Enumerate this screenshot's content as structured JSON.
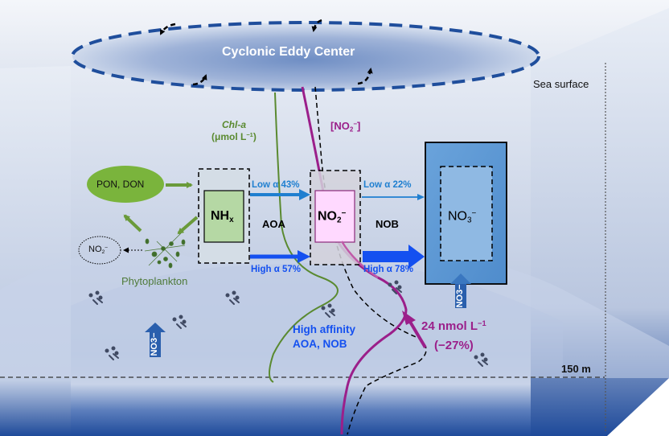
{
  "title": "Cyclonic Eddy Center",
  "labels": {
    "sea_surface": "Sea surface",
    "depth_marker": "150 m",
    "chl_a_name": "Chl-a",
    "chl_a_unit_prefix": "(μmol L",
    "chl_a_unit_sup": "−1",
    "chl_a_unit_suffix": ")",
    "no2_profile_label_prefix": "[NO",
    "no2_profile_label_sub": "2",
    "no2_profile_label_sup": "−",
    "no2_profile_label_suffix": "]",
    "pon_don": "PON, DON",
    "phytoplankton": "Phytoplankton",
    "no2_small_main": "NO",
    "no2_small_sub": "2",
    "no2_small_sup": "−",
    "nhx_main": "NH",
    "nhx_sub": "x",
    "no2_box_main": "NO",
    "no2_box_sub": "2",
    "no2_box_sup": "−",
    "no3_box_main": "NO",
    "no3_box_sub": "3",
    "no3_box_sup": "−",
    "aoa": "AOA",
    "nob": "NOB",
    "high_affinity_line1": "High affinity",
    "high_affinity_line2": "AOA, NOB",
    "nitrite_change_value": "24 nmol L",
    "nitrite_change_sup": "−1",
    "nitrite_change_pct": "(−27%)",
    "no3_arrow_text": "NO3−"
  },
  "flows": {
    "aoa_low": {
      "label": "Low α 43%",
      "fraction": 0.43
    },
    "aoa_high": {
      "label": "High α 57%",
      "fraction": 0.57
    },
    "nob_low": {
      "label": "Low α 22%",
      "fraction": 0.22
    },
    "nob_high": {
      "label": "High α 78%",
      "fraction": 0.78
    }
  },
  "colors": {
    "eddy_dash": "#1f4e9c",
    "chl_green": "#5a8a30",
    "no2_purple": "#9b1f8a",
    "low_alpha_blue": "#1f7fd0",
    "high_alpha_blue": "#1450f0",
    "pon_green": "#7ab43c",
    "nhx_fill": "#b5d8a4",
    "no2_fill": "#ffd9ff",
    "no3_fill": "#5b9bd5",
    "deep_blue": "#1e4a9a"
  }
}
